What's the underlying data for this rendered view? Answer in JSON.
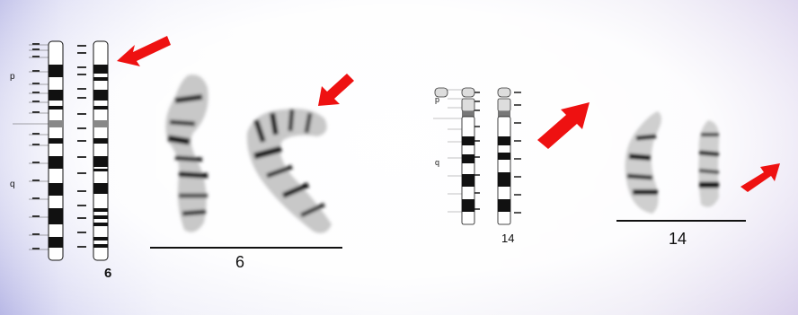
{
  "left_panel": {
    "ideogram_labels": {
      "p": "p",
      "q": "q"
    },
    "chromosome_number": "6",
    "karyotype_label": "6"
  },
  "right_panel": {
    "ideogram_labels": {
      "p": "p",
      "q": "q"
    },
    "chromosome_number": "14",
    "karyotype_label": "14"
  },
  "colors": {
    "arrow": "#ee1111",
    "band_dark": "#111111",
    "band_light": "#ffffff",
    "background_edge": "#b8b8e6"
  },
  "icons": [
    "red-arrow-icon"
  ]
}
